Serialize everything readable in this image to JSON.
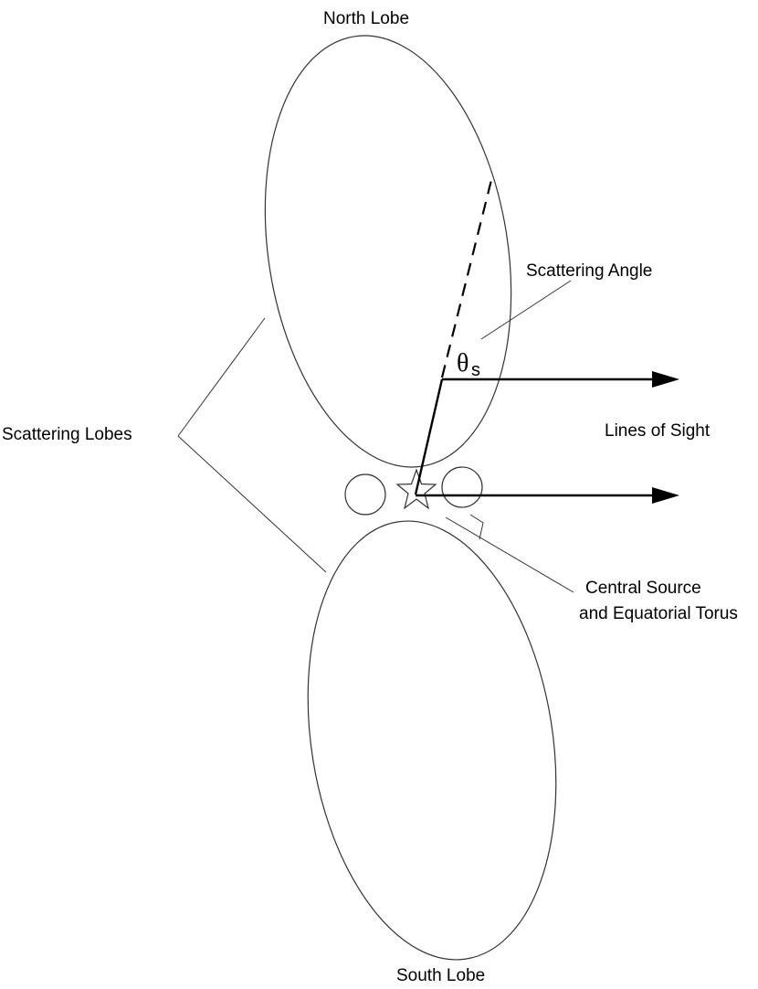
{
  "labels": {
    "north_lobe": "North Lobe",
    "south_lobe": "South Lobe",
    "scattering_lobes": "Scattering Lobes",
    "scattering_angle": "Scattering Angle",
    "lines_of_sight": "Lines of Sight",
    "central_source_line1": "Central Source",
    "central_source_line2": "and Equatorial Torus",
    "theta_symbol": "θ",
    "theta_subscript": "s"
  },
  "colors": {
    "background": "#ffffff",
    "stroke": "#000000",
    "thin_stroke": "#333333"
  }
}
